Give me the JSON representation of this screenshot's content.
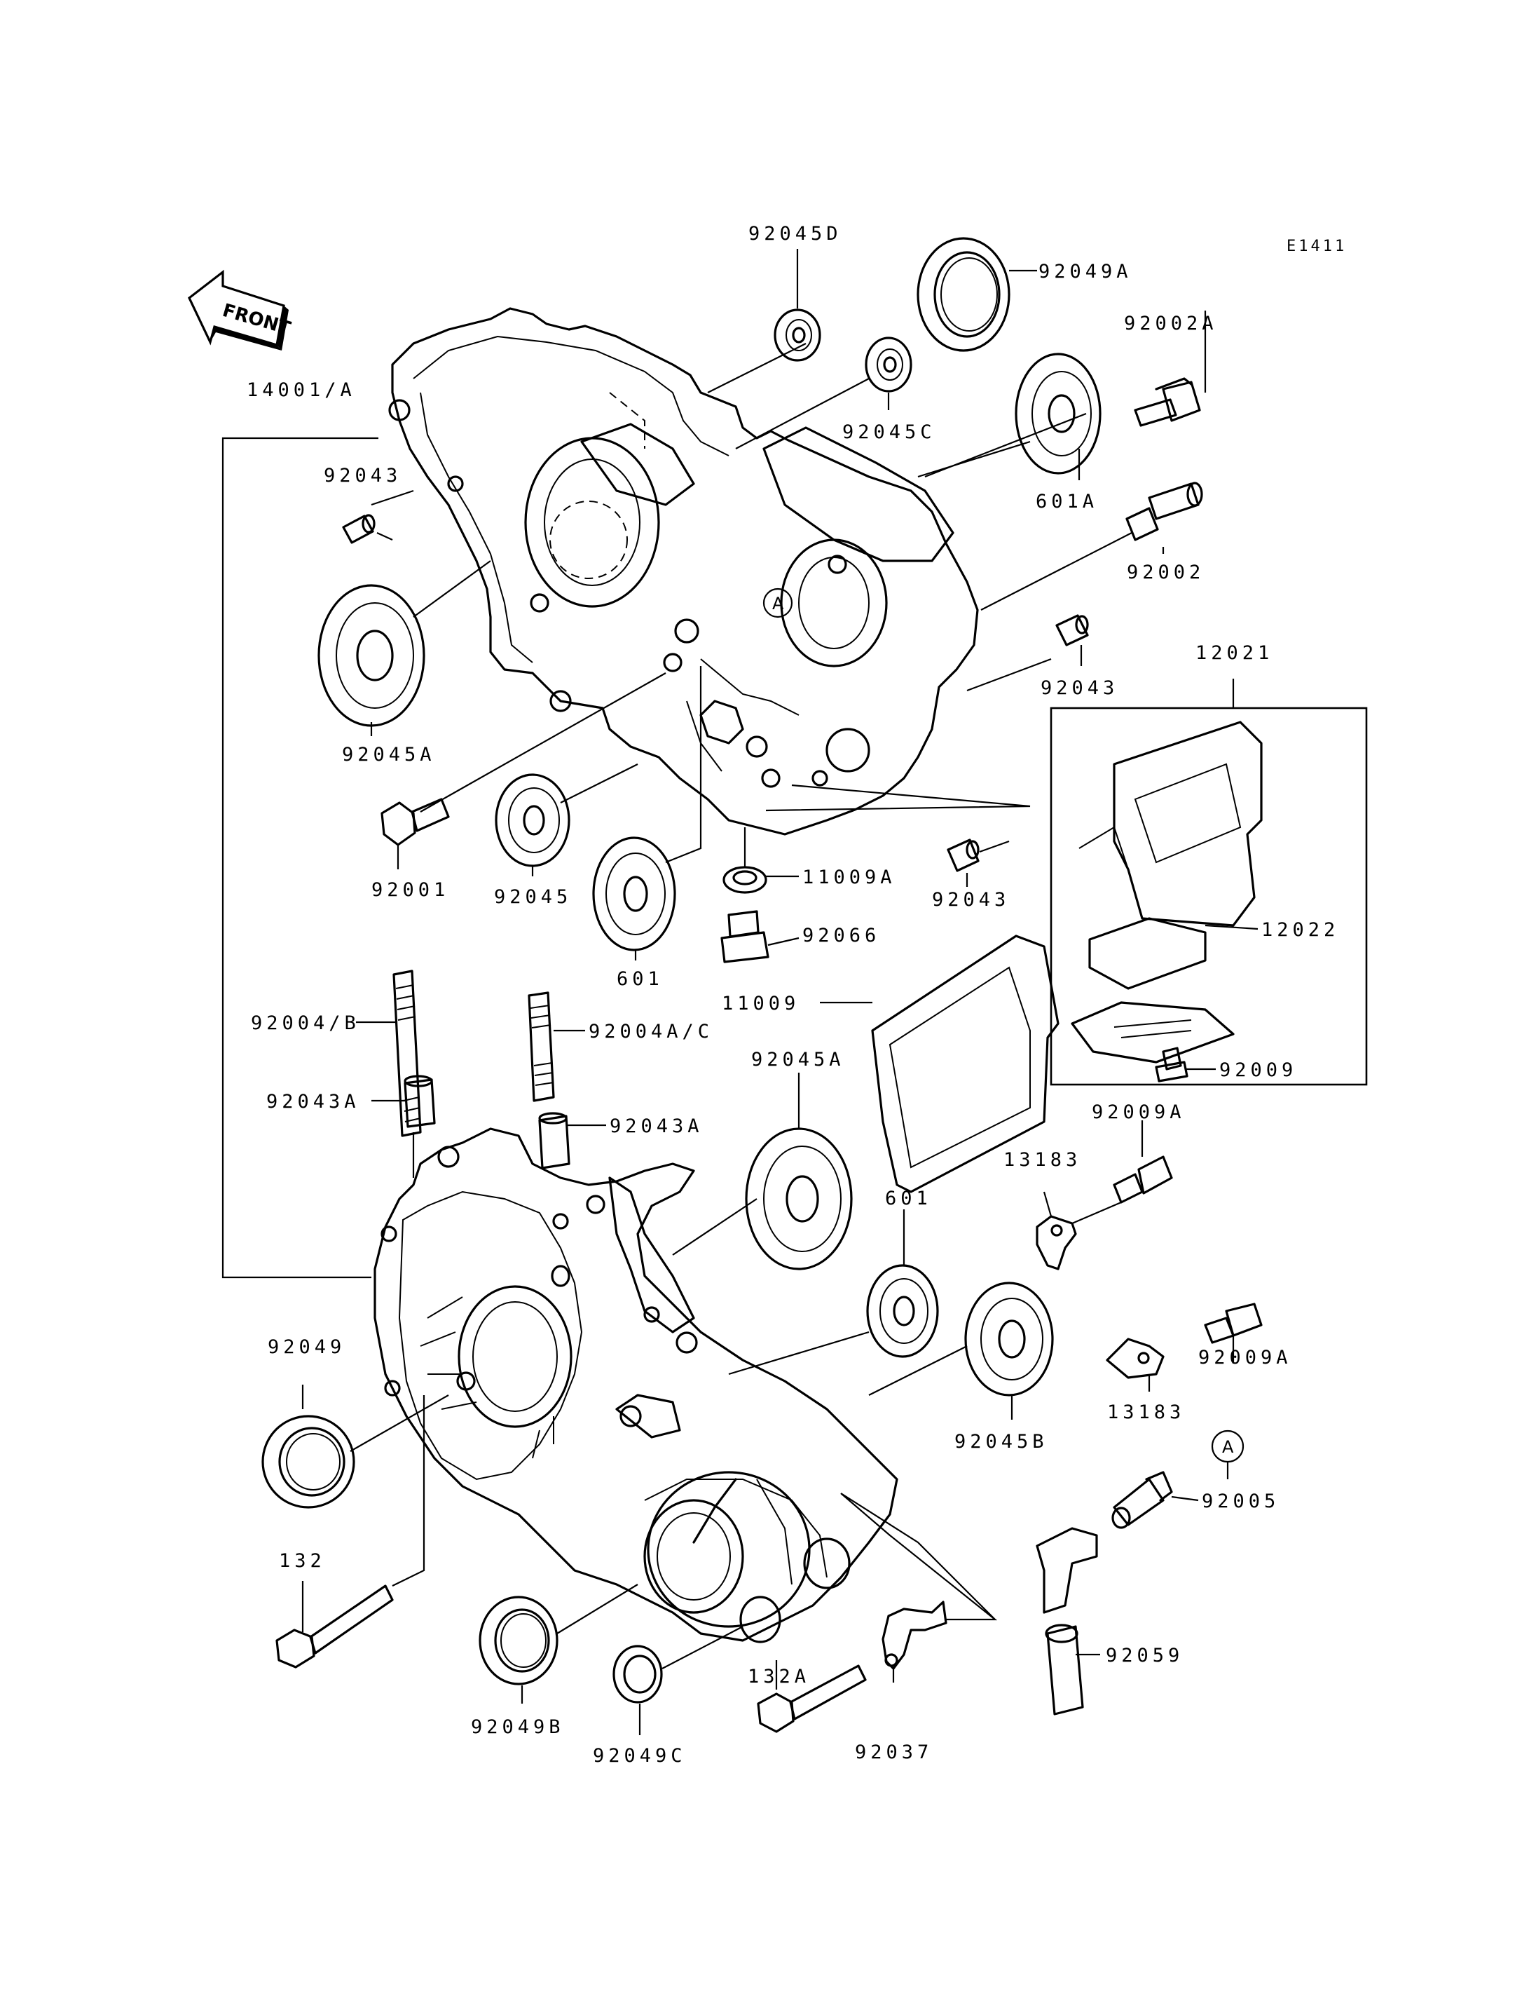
{
  "diagram_code": "E1411",
  "front_label": "FRONT",
  "ref_marker": "A",
  "labels": {
    "p14001_A": "14001/A",
    "p92045D": "92045D",
    "p92049A": "92049A",
    "p92002A": "92002A",
    "p92045C": "92045C",
    "p601A": "601A",
    "p92043_1": "92043",
    "p92002": "92002",
    "p92043_2": "92043",
    "p12021": "12021",
    "p92045A_1": "92045A",
    "p92001": "92001",
    "p92045": "92045",
    "p11009A": "11009A",
    "p92043_3": "92043",
    "p12022": "12022",
    "p601_1": "601",
    "p92066": "92066",
    "p11009": "11009",
    "p92009": "92009",
    "p92004_B": "92004/B",
    "p92004A_C": "92004A/C",
    "p92045A_2": "92045A",
    "p92043A_1": "92043A",
    "p92043A_2": "92043A",
    "p92009A_1": "92009A",
    "p13183_1": "13183",
    "p601_2": "601",
    "p92049": "92049",
    "p92009A_2": "92009A",
    "p13183_2": "13183",
    "p92045B": "92045B",
    "p92005": "92005",
    "p132": "132",
    "p92059": "92059",
    "p132A": "132A",
    "p92049B": "92049B",
    "p92037": "92037",
    "p92049C": "92049C"
  }
}
